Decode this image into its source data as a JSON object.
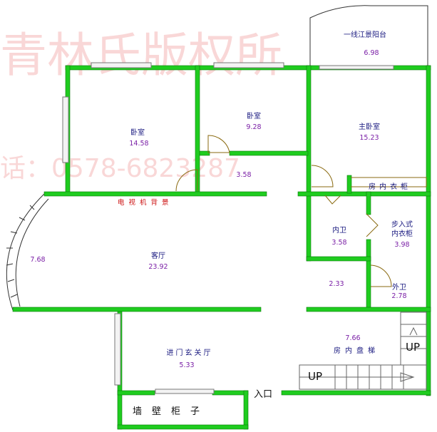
{
  "watermark": {
    "line1": "青林氏版权所",
    "line2": "话：0578-6823287"
  },
  "rooms": {
    "balcony": {
      "name": "一线江景阳台",
      "area": "6.98"
    },
    "bedroom_left": {
      "name": "卧室",
      "area": "14.58"
    },
    "bedroom_mid": {
      "name": "卧室",
      "area": "9.28"
    },
    "master": {
      "name": "主卧室",
      "area": "15.23"
    },
    "hall_small": {
      "area": "3.58"
    },
    "closet_label": {
      "name": "房内衣柜"
    },
    "inner_bath": {
      "name": "内卫",
      "area": "3.58"
    },
    "walkin": {
      "name": "步入式内衣柜",
      "line1": "步入式",
      "line2": "内衣柜",
      "area": "3.98"
    },
    "bay": {
      "area": "7.68"
    },
    "living": {
      "name": "客厅",
      "area": "23.92"
    },
    "corridor": {
      "area": "2.33"
    },
    "outer_bath": {
      "name": "外卫",
      "area": "2.78"
    },
    "foyer": {
      "name": "进门玄关厅",
      "area": "5.33"
    },
    "stair_area": {
      "name": "房内盘梯",
      "area": "7.66"
    }
  },
  "labels": {
    "tv_wall": "电视机背景",
    "wall_cabinet": "墙壁柜子",
    "entrance": "入口",
    "up_left": "UP",
    "up_right": "UP"
  }
}
